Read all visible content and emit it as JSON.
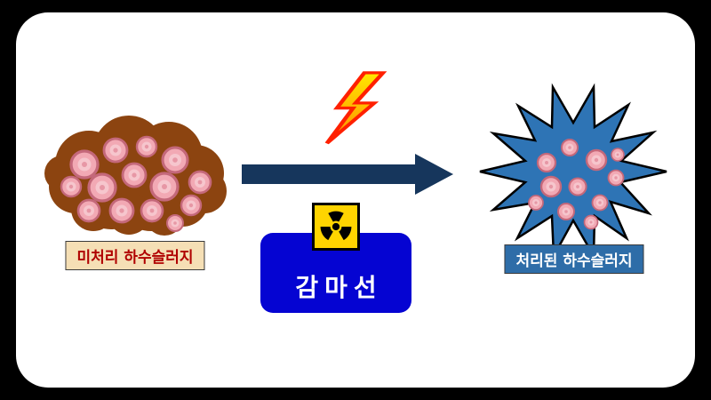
{
  "diagram": {
    "untreated_label": "미처리 하수슬러지",
    "treated_label": "처리된 하수슬러지",
    "gamma_label": "감마선"
  },
  "icons": {
    "lightning": "lightning-bolt-icon",
    "radiation": "radiation-trefoil-icon",
    "arrow": "right-arrow-icon",
    "sludge_blob": "untreated-sludge-blob",
    "starburst": "treated-sludge-burst"
  },
  "colors": {
    "canvas_bg": "#000000",
    "panel_bg": "#FFFFFF",
    "sludge_brown": "#8C4410",
    "cell_pink": "#F2A9B4",
    "cell_pink_light": "#F6C6CD",
    "cell_pink_border": "#C4687A",
    "arrow_navy": "#16365C",
    "lightning_yellow": "#FFE800",
    "lightning_orange": "#FF8A00",
    "lightning_border": "#FF2000",
    "radiation_yellow": "#FFD400",
    "gamma_box_blue": "#0504D2",
    "untreated_label_bg": "#F5DFB5",
    "untreated_label_text": "#B00000",
    "treated_label_bg": "#2E6DA8",
    "treated_label_text": "#FFFFFF",
    "starburst_blue": "#2E74B5"
  }
}
